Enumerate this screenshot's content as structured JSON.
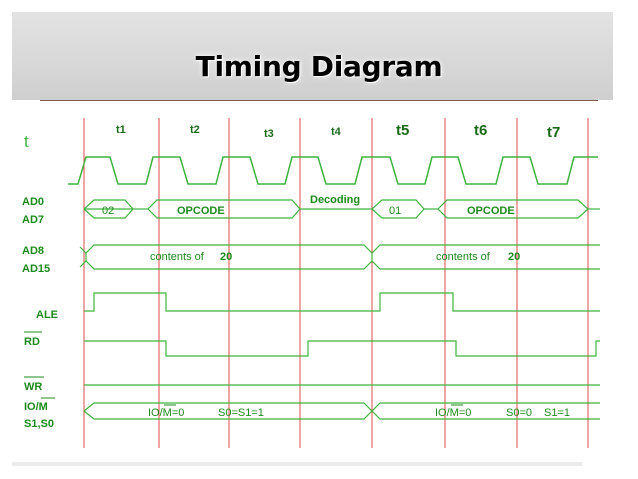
{
  "title": "Timing Diagram",
  "clock_label": "t",
  "states": [
    "t1",
    "t2",
    "t3",
    "t4",
    "t5",
    "t6",
    "t7"
  ],
  "signals": {
    "ad0": "AD0",
    "ad7": "AD7",
    "ad8": "AD8",
    "ad15": "AD15",
    "ale": "ALE",
    "rd": "RD",
    "wr": "WR",
    "iom": "IO/M",
    "s1s0": "S1,S0"
  },
  "bus_text": {
    "addr1": "02",
    "opcode1": "OPCODE",
    "decoding": "Decoding",
    "addr2": "01",
    "opcode2": "OPCODE",
    "contents1_pre": "contents of",
    "contents1_val": "20",
    "contents2_pre": "contents of",
    "contents2_val": "20",
    "status1_iom": "IO/M=0",
    "status1_s": "S0=S1=1",
    "status2_iom": "IO/M=0",
    "status2_s0": "S0=0",
    "status2_s1": "S1=1"
  },
  "colors": {
    "signal": "#3fb33f",
    "label": "#1c8a1c",
    "marker": "#e04a4a",
    "axis_text": "#1a6a1a"
  }
}
